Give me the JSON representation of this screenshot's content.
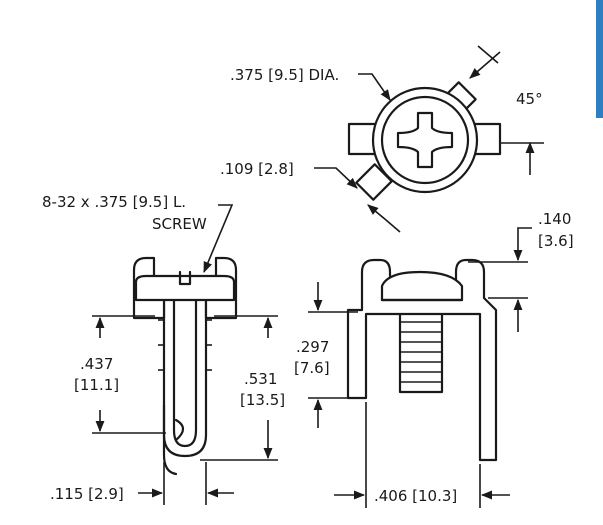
{
  "accent_color": "#2e7fc2",
  "labels": {
    "dia": ".375 [9.5] DIA.",
    "angle": "45°",
    "tab_width": ".109 [2.8]",
    "screw_line1": "8-32 x .375 [9.5] L.",
    "screw_line2": "SCREW",
    "top_h_in": ".140",
    "top_h_mm": "[3.6]",
    "left_h_in": ".437",
    "left_h_mm": "[11.1]",
    "mid_h_in": ".531",
    "mid_h_mm": "[13.5]",
    "leg_h_in": ".297",
    "leg_h_mm": "[7.6]",
    "width_left": ".115 [2.9]",
    "width_right": ".406 [10.3]"
  }
}
